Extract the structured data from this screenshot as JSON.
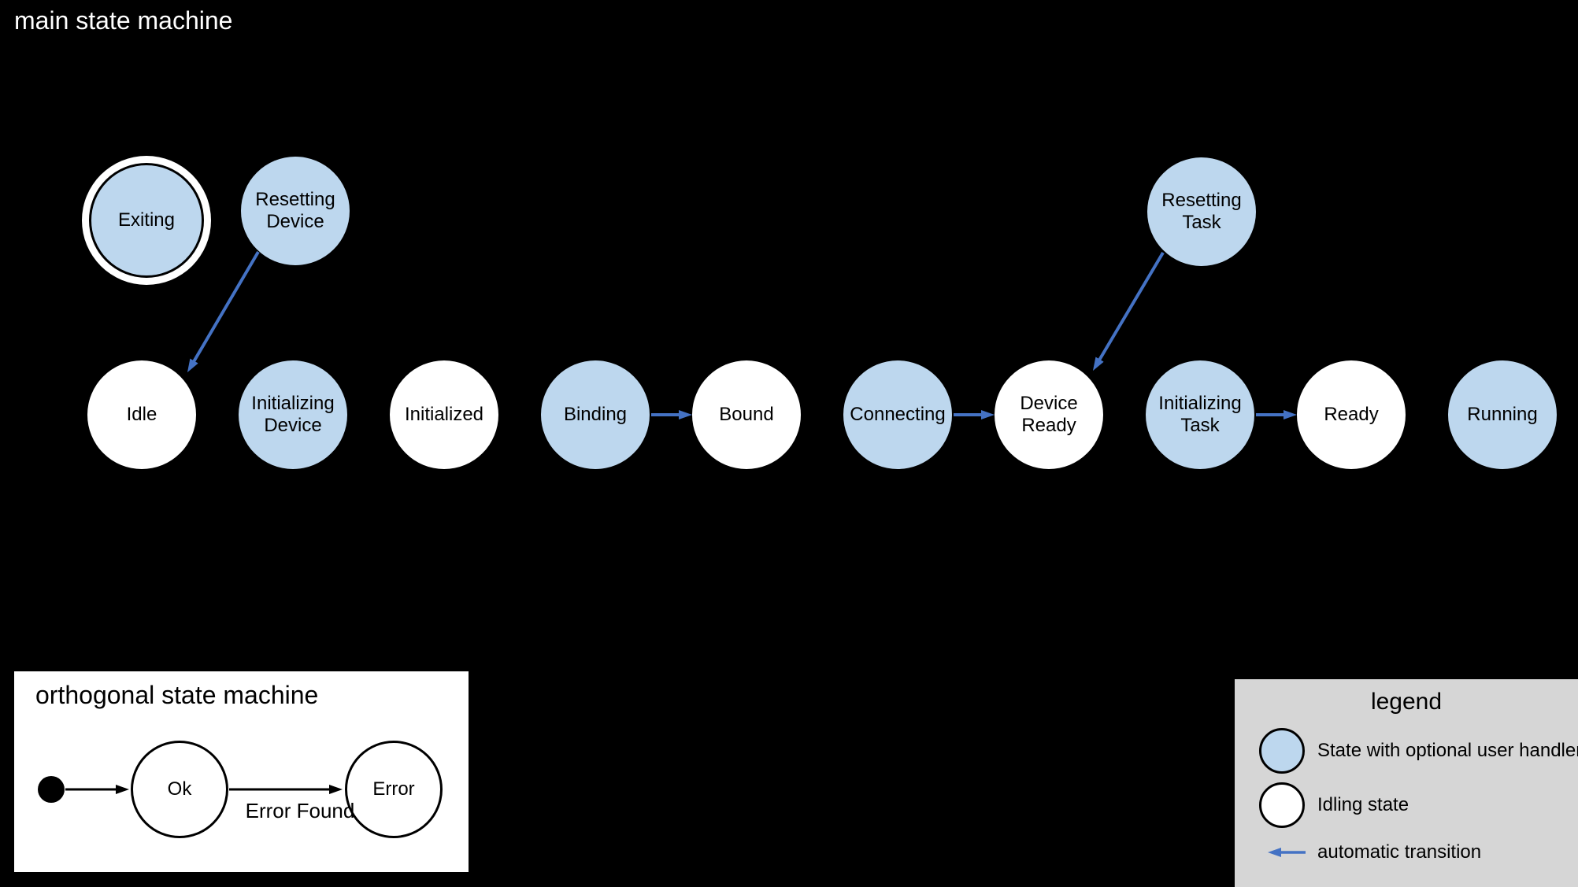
{
  "main_machine": {
    "title": "main state machine",
    "states": [
      {
        "label": "Exiting",
        "type": "handler-final"
      },
      {
        "label": "Resetting Device",
        "type": "handler"
      },
      {
        "label": "Resetting Task",
        "type": "handler"
      },
      {
        "label": "Idle",
        "type": "idling"
      },
      {
        "label": "Initializing Device",
        "type": "handler"
      },
      {
        "label": "Initialized",
        "type": "idling"
      },
      {
        "label": "Binding",
        "type": "handler"
      },
      {
        "label": "Bound",
        "type": "idling"
      },
      {
        "label": "Connecting",
        "type": "handler"
      },
      {
        "label": "Device Ready",
        "type": "idling"
      },
      {
        "label": "Initializing Task",
        "type": "handler"
      },
      {
        "label": "Ready",
        "type": "idling"
      },
      {
        "label": "Running",
        "type": "handler"
      }
    ],
    "transitions": [
      {
        "from": "Resetting Device",
        "to": "Idle"
      },
      {
        "from": "Binding",
        "to": "Bound"
      },
      {
        "from": "Connecting",
        "to": "Device Ready"
      },
      {
        "from": "Resetting Task",
        "to": "Device Ready"
      },
      {
        "from": "Initializing Task",
        "to": "Ready"
      }
    ]
  },
  "orthogonal_machine": {
    "title": "orthogonal state machine",
    "states": [
      {
        "label": "Ok"
      },
      {
        "label": "Error"
      }
    ],
    "transitions": [
      {
        "from": "initial",
        "to": "Ok",
        "label": ""
      },
      {
        "from": "Ok",
        "to": "Error",
        "label": "Error Found"
      }
    ]
  },
  "legend": {
    "title": "legend",
    "items": [
      {
        "icon": "handler-state-icon",
        "label": "State with optional user handler"
      },
      {
        "icon": "idling-state-icon",
        "label": "Idling state"
      },
      {
        "icon": "automatic-transition-arrow-icon",
        "label": "automatic transition"
      }
    ]
  },
  "colors": {
    "background": "#000000",
    "handler_state_fill": "#bdd7ee",
    "idling_state_fill": "#ffffff",
    "automatic_transition_blue": "#4472c4",
    "legend_background": "#d6d6d6",
    "outline": "#000000"
  }
}
